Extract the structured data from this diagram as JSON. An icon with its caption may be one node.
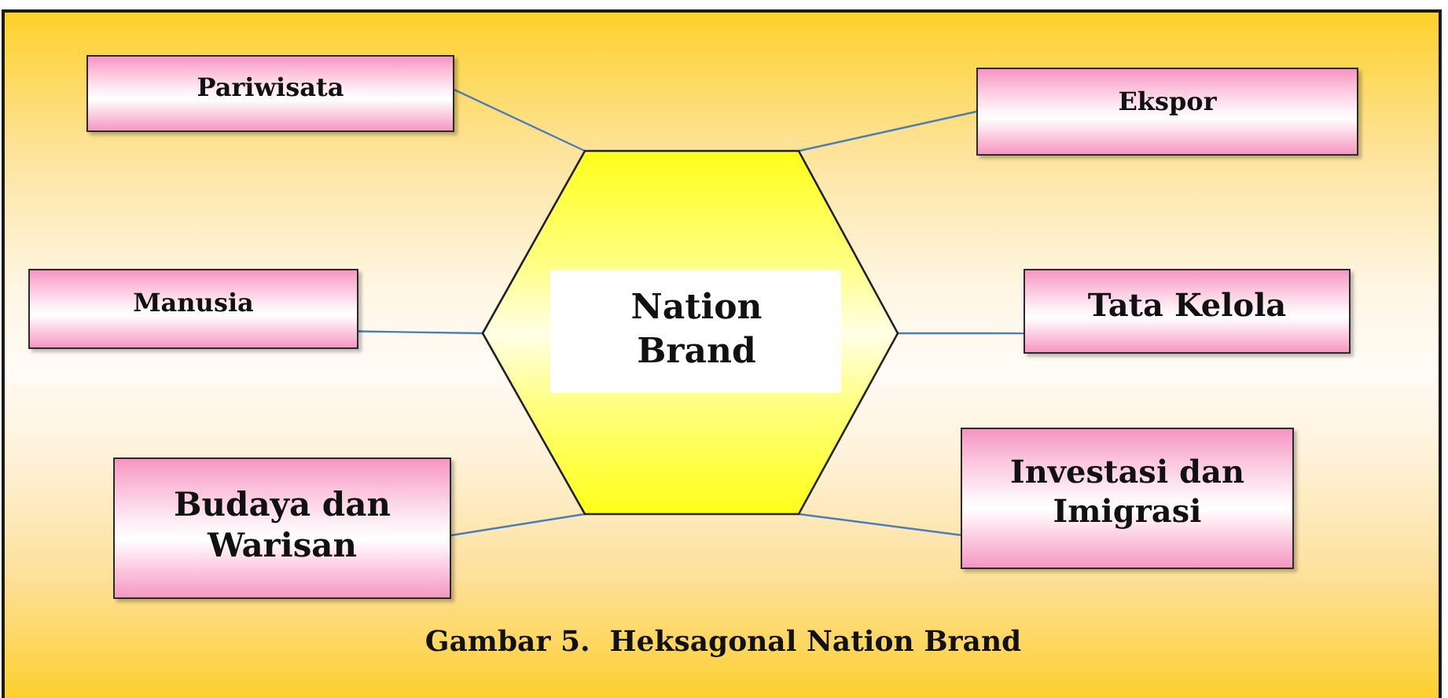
{
  "diagram": {
    "caption": "Gambar 5.  Heksagonal Nation Brand",
    "nodes": [
      {
        "text": [
          "Pariwisata"
        ]
      },
      {
        "text": [
          "Ekspor"
        ]
      },
      {
        "text": [
          "Nation Brand"
        ]
      },
      {
        "text": [
          "Manusia"
        ]
      },
      {
        "text": [
          "Tata Kelola"
        ]
      },
      {
        "text": [
          "Budaya dan Warisan"
        ]
      },
      {
        "text": [
          "Investasi dan Imigrasi"
        ]
      }
    ],
    "edges": [
      {
        "from": 0,
        "to": 2,
        "arrow": "none"
      },
      {
        "from": 1,
        "to": 2,
        "arrow": "none"
      },
      {
        "from": 3,
        "to": 2,
        "arrow": "none"
      },
      {
        "from": 4,
        "to": 2,
        "arrow": "none"
      },
      {
        "from": 5,
        "to": 2,
        "arrow": "none"
      },
      {
        "from": 6,
        "to": 2,
        "arrow": "none"
      }
    ]
  }
}
